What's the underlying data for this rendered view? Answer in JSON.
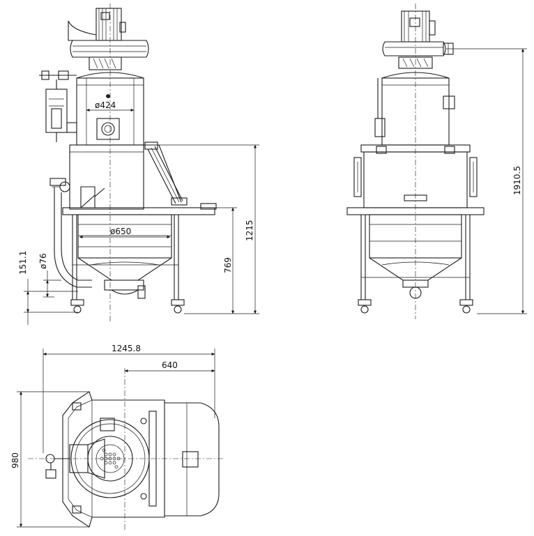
{
  "dimensions": {
    "front_tank_diameter": "ø424",
    "front_hopper_diameter": "ø650",
    "front_pipe_diameter": "ø76",
    "front_outlet_height": "151.1",
    "front_frame_height": "769",
    "front_top_height": "1215",
    "side_total_height": "1910.5",
    "top_total_width": "1245.8",
    "top_center_offset": "640",
    "top_total_depth": "980"
  },
  "colors": {
    "line": "#1a1a1a",
    "background": "#ffffff"
  }
}
